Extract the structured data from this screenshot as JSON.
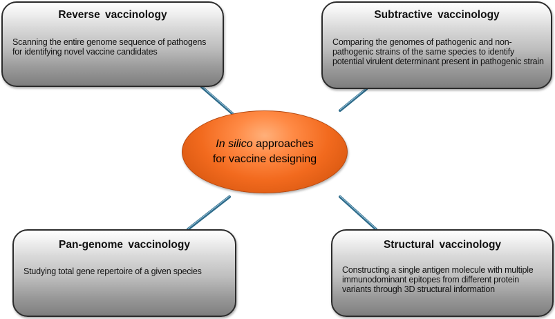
{
  "center": {
    "italic_term": "In silico",
    "line1_rest": " approaches",
    "line2": "for vaccine designing"
  },
  "boxes": {
    "reverse": {
      "title": "Reverse vaccinology",
      "body": "Scanning the entire genome sequence of pathogens for identifying novel vaccine candidates"
    },
    "subtractive": {
      "title": "Subtractive vaccinology",
      "body": "Comparing the genomes of pathogenic and non-pathogenic strains of the same species to identify potential virulent determinant present in pathogenic strain"
    },
    "pangenome": {
      "title": "Pan-genome vaccinology",
      "body": "Studying total gene repertoire of a given species"
    },
    "structural": {
      "title": "Structural vaccinology",
      "body": "Constructing a single antigen molecule with multiple immunodominant epitopes from different protein variants through 3D structural information"
    }
  },
  "colors": {
    "center_fill": "#f26a1e",
    "box_fill_top": "#ffffff",
    "box_fill_bottom": "#7e7e7e",
    "connector": "#2e6b8a"
  }
}
